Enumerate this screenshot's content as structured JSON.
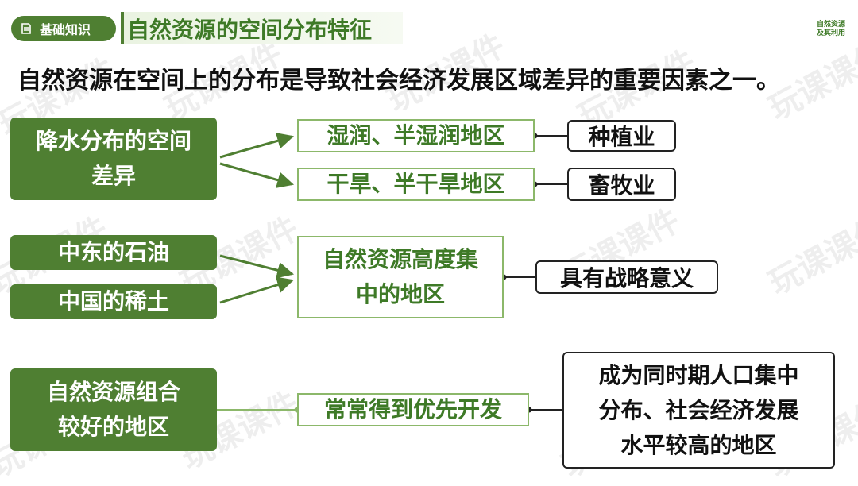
{
  "header": {
    "badge_label": "基础知识",
    "title": "自然资源的空间分布特征",
    "logo_line1": "自然资源",
    "logo_line2": "及其利用"
  },
  "lead_text": "自然资源在空间上的分布是导致社会经济发展区域差异的重要因素之一。",
  "diagram": {
    "precip": {
      "source_line1": "降水分布的空间",
      "source_line2": "差异",
      "humid": "湿润、半湿润地区",
      "arid": "干旱、半干旱地区",
      "humid_result": "种植业",
      "arid_result": "畜牧业"
    },
    "concentrated": {
      "oil": "中东的石油",
      "rare_earth": "中国的稀土",
      "middle_line1": "自然资源高度集",
      "middle_line2": "中的地区",
      "result": "具有战略意义"
    },
    "combination": {
      "source_line1": "自然资源组合",
      "source_line2": "较好的地区",
      "middle": "常常得到优先开发",
      "result_line1": "成为同时期人口集中",
      "result_line2": "分布、社会经济发展",
      "result_line3": "水平较高的地区"
    }
  },
  "watermark": "玩课课件",
  "colors": {
    "green": "#4f7f32",
    "title_green": "#3e7a27",
    "outline_green": "#8cb86a"
  }
}
